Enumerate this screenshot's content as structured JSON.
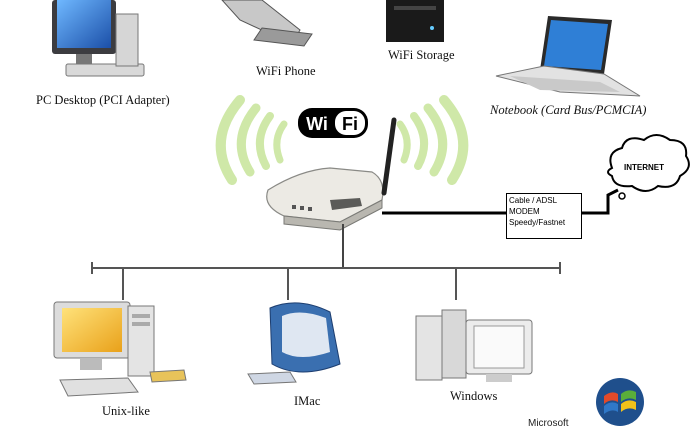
{
  "logo": {
    "wifi_left": "Wi",
    "wifi_right": "Fi"
  },
  "devices": {
    "pc_desktop": "PC Desktop (PCI Adapter)",
    "wifi_phone": "WiFi Phone",
    "wifi_storage": "WiFi Storage",
    "notebook": "Notebook (Card Bus/PCMCIA)",
    "unix": "Unix-like",
    "imac": "IMac",
    "windows": "Windows"
  },
  "modem": {
    "line1": "Cable / ADSL",
    "line2": "MODEM",
    "line3": "Speedy/Fastnet"
  },
  "internet": "INTERNET",
  "brand": "Microsoft",
  "colors": {
    "signal_green": "#cfe8a8",
    "imac_blue": "#3a6fb0",
    "screen_blue": "#2f7fd6",
    "windows_red": "#e24a2a",
    "windows_green": "#5aae3a",
    "windows_blue": "#2f78c8",
    "windows_yellow": "#f2c21a"
  }
}
